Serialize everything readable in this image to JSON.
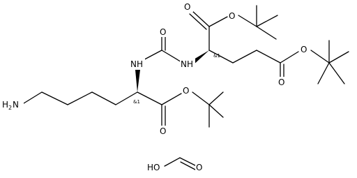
{
  "molecule": {
    "labels": {
      "o_urea": "O",
      "o_ester_top_carbonyl": "O",
      "o_ester_top_link": "O",
      "o_ester_right_link": "O",
      "o_ester_right_carbonyl": "O",
      "nh_left": "NH",
      "nh_right": "NH",
      "o_ester_mid_link": "O",
      "o_ester_mid_carbonyl": "O",
      "amine_n": "H",
      "amine_sub": "2",
      "amine_n2": "N",
      "stereo_left": "&1",
      "stereo_right": "&1"
    }
  },
  "formic_acid": {
    "labels": {
      "ho": "HO",
      "o": "O"
    }
  }
}
